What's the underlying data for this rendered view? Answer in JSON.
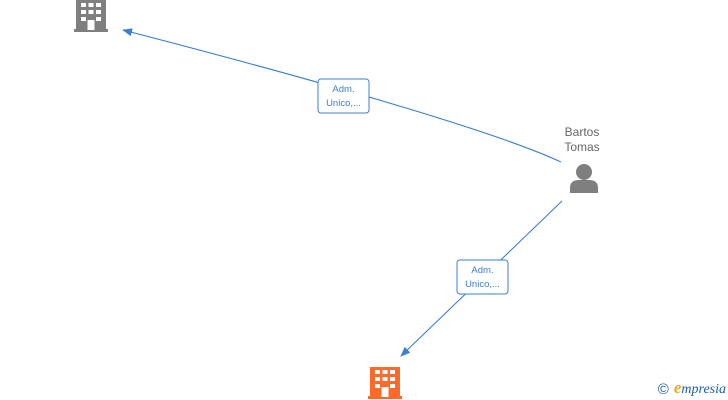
{
  "colors": {
    "edge": "#3b7fd6",
    "company_gray": "#7f7f7f",
    "company_highlight": "#ff6a2b",
    "person": "#7f7f7f",
    "label_text": "#3b7fd6",
    "person_name": "#666666",
    "brand_accent": "#f5a623",
    "brand_text": "#1a5ea8"
  },
  "nodes": {
    "company_top": {
      "type": "company",
      "icon": "building-icon",
      "highlighted": false
    },
    "company_bottom": {
      "type": "company",
      "icon": "building-icon",
      "highlighted": true
    },
    "person": {
      "type": "person",
      "icon": "person-icon",
      "name_line1": "Bartos",
      "name_line2": "Tomas"
    }
  },
  "edges": [
    {
      "from": "person",
      "to": "company_top",
      "label_line1": "Adm.",
      "label_line2": "Unico,..."
    },
    {
      "from": "person",
      "to": "company_bottom",
      "label_line1": "Adm.",
      "label_line2": "Unico,..."
    }
  ],
  "watermark": {
    "copyright": "©",
    "brand_initial": "e",
    "brand_rest": "mpresia"
  }
}
